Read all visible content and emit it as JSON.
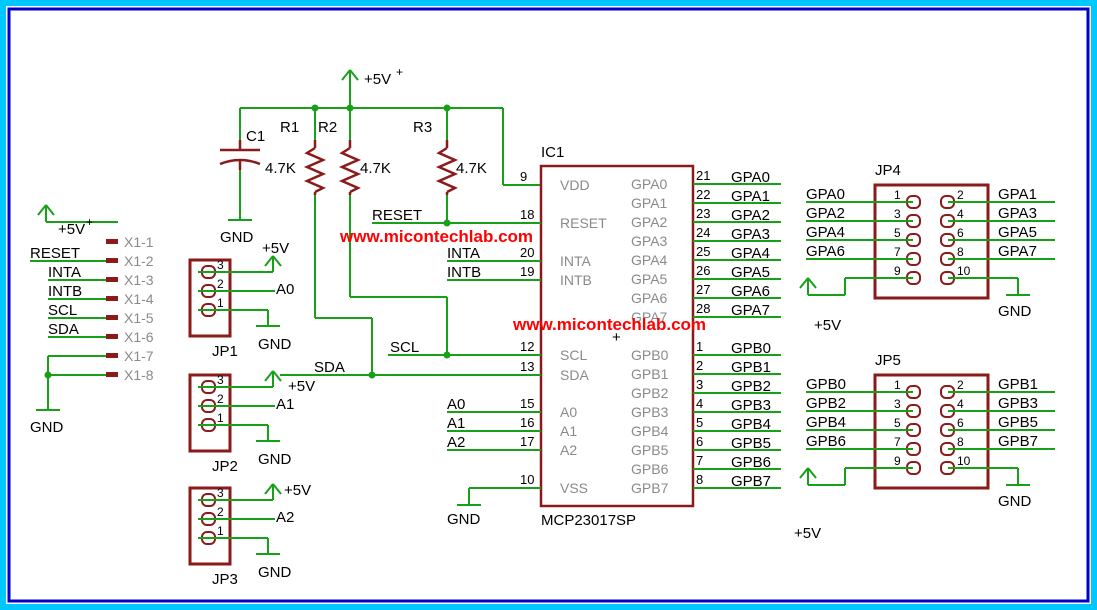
{
  "colors": {
    "border_outer": "#00c8ff",
    "border_inner": "#0000c8",
    "wire": "#18a018",
    "part": "#8b1a1a",
    "watermark": "#ff0000"
  },
  "watermark": "www.micontechlab.com",
  "power": {
    "vcc": "+5V",
    "gnd": "GND"
  },
  "passives": {
    "c1": "C1",
    "r1": "R1",
    "r2": "R2",
    "r3": "R3",
    "rval": "4.7K"
  },
  "ic": {
    "ref": "IC1",
    "part": "MCP23017SP",
    "left_pins": [
      {
        "name": "VDD",
        "num": "9"
      },
      {
        "name": "RESET",
        "num": "18"
      },
      {
        "name": "INTA",
        "num": "20"
      },
      {
        "name": "INTB",
        "num": "19"
      },
      {
        "name": "SCL",
        "num": "12"
      },
      {
        "name": "SDA",
        "num": "13"
      },
      {
        "name": "A0",
        "num": "15"
      },
      {
        "name": "A1",
        "num": "16"
      },
      {
        "name": "A2",
        "num": "17"
      },
      {
        "name": "VSS",
        "num": "10"
      }
    ],
    "right_pins": [
      {
        "name": "GPA0",
        "num": "21",
        "net": "GPA0"
      },
      {
        "name": "GPA1",
        "num": "22",
        "net": "GPA1"
      },
      {
        "name": "GPA2",
        "num": "23",
        "net": "GPA2"
      },
      {
        "name": "GPA3",
        "num": "24",
        "net": "GPA3"
      },
      {
        "name": "GPA4",
        "num": "25",
        "net": "GPA4"
      },
      {
        "name": "GPA5",
        "num": "26",
        "net": "GPA5"
      },
      {
        "name": "GPA6",
        "num": "27",
        "net": "GPA6"
      },
      {
        "name": "GPA7",
        "num": "28",
        "net": "GPA7"
      },
      {
        "name": "GPB0",
        "num": "1",
        "net": "GPB0"
      },
      {
        "name": "GPB1",
        "num": "2",
        "net": "GPB1"
      },
      {
        "name": "GPB2",
        "num": "3",
        "net": "GPB2"
      },
      {
        "name": "GPB3",
        "num": "4",
        "net": "GPB3"
      },
      {
        "name": "GPB4",
        "num": "5",
        "net": "GPB4"
      },
      {
        "name": "GPB5",
        "num": "6",
        "net": "GPB5"
      },
      {
        "name": "GPB6",
        "num": "7",
        "net": "GPB6"
      },
      {
        "name": "GPB7",
        "num": "8",
        "net": "GPB7"
      }
    ]
  },
  "nets": {
    "reset": "RESET",
    "inta": "INTA",
    "intb": "INTB",
    "scl": "SCL",
    "sda": "SDA",
    "a0": "A0",
    "a1": "A1",
    "a2": "A2"
  },
  "x1": {
    "pins": [
      "X1-1",
      "X1-2",
      "X1-3",
      "X1-4",
      "X1-5",
      "X1-6",
      "X1-7",
      "X1-8"
    ],
    "nets": [
      "",
      "RESET",
      "INTA",
      "INTB",
      "SCL",
      "SDA",
      "",
      ""
    ]
  },
  "jumpers": [
    {
      "ref": "JP1",
      "net": "A0",
      "pins": [
        "3",
        "2",
        "1"
      ]
    },
    {
      "ref": "JP2",
      "net": "A1",
      "pins": [
        "3",
        "2",
        "1"
      ]
    },
    {
      "ref": "JP3",
      "net": "A2",
      "pins": [
        "3",
        "2",
        "1"
      ]
    }
  ],
  "headers": [
    {
      "ref": "JP4",
      "odd": [
        "1",
        "3",
        "5",
        "7",
        "9"
      ],
      "even": [
        "2",
        "4",
        "6",
        "8",
        "10"
      ],
      "left_nets": [
        "GPA0",
        "GPA2",
        "GPA4",
        "GPA6"
      ],
      "right_nets": [
        "GPA1",
        "GPA3",
        "GPA5",
        "GPA7"
      ]
    },
    {
      "ref": "JP5",
      "odd": [
        "1",
        "3",
        "5",
        "7",
        "9"
      ],
      "even": [
        "2",
        "4",
        "6",
        "8",
        "10"
      ],
      "left_nets": [
        "GPB0",
        "GPB2",
        "GPB4",
        "GPB6"
      ],
      "right_nets": [
        "GPB1",
        "GPB3",
        "GPB5",
        "GPB7"
      ]
    }
  ]
}
